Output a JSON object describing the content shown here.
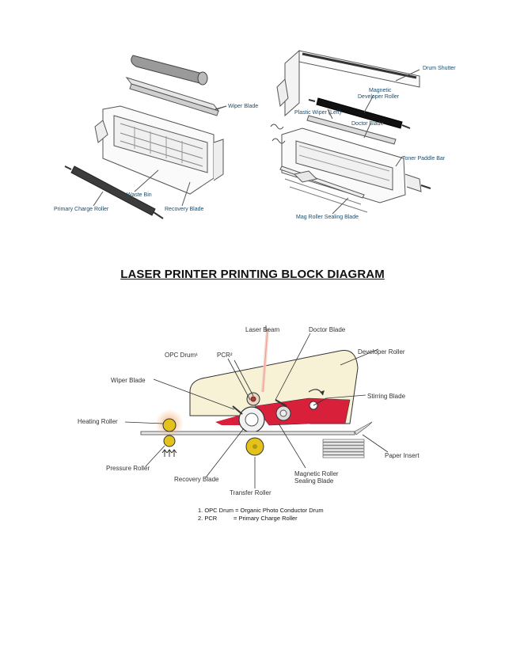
{
  "heading": "LASER PRINTER PRINTING BLOCK DIAGRAM",
  "top_figure": {
    "left_labels": {
      "wiper_blade": "Wiper Blade",
      "waste_bin": "Waste Bin",
      "primary_charge_roller": "Primary Charge Roller",
      "recovery_blade": "Recovery Blade"
    },
    "right_labels": {
      "drum_shutter": "Drum Shutter",
      "magnetic_developer_roller_1": "Magnetic",
      "magnetic_developer_roller_2": "Developer Roller",
      "plastic_wiper": "Plastic Wiper (Left)",
      "doctor_blade": "Doctor Blade",
      "toner_paddle_bar": "Toner Paddle Bar",
      "mag_roller_sealing_blade": "Mag Roller Sealing Blade"
    }
  },
  "bottom_figure": {
    "labels": {
      "laser_beam": "Laser Beam",
      "doctor_blade": "Doctor Blade",
      "opc_drum": "OPC Drum¹",
      "pcr": "PCR²",
      "developer_roller": "Developer Roller",
      "wiper_blade": "Wiper Blade",
      "stirring_blade": "Stirring Blade",
      "heating_roller": "Heating Roller",
      "paper_insert": "Paper Insert",
      "pressure_roller": "Pressure Roller",
      "recovery_blade": "Recovery Blade",
      "magnetic_roller_sealing_blade_1": "Magnetic Roller",
      "magnetic_roller_sealing_blade_2": "Sealing Blade",
      "transfer_roller": "Transfer Roller"
    },
    "footnotes": [
      "1. OPC Drum = Organic Photo Conductor Drum",
      "2. PCR          = Primary Charge Roller"
    ],
    "colors": {
      "toner_red": "#d8203a",
      "roller_yellow": "#e3c21c",
      "housing_cream": "#f7f1d6",
      "heat_glow": "#f6b27a"
    }
  }
}
